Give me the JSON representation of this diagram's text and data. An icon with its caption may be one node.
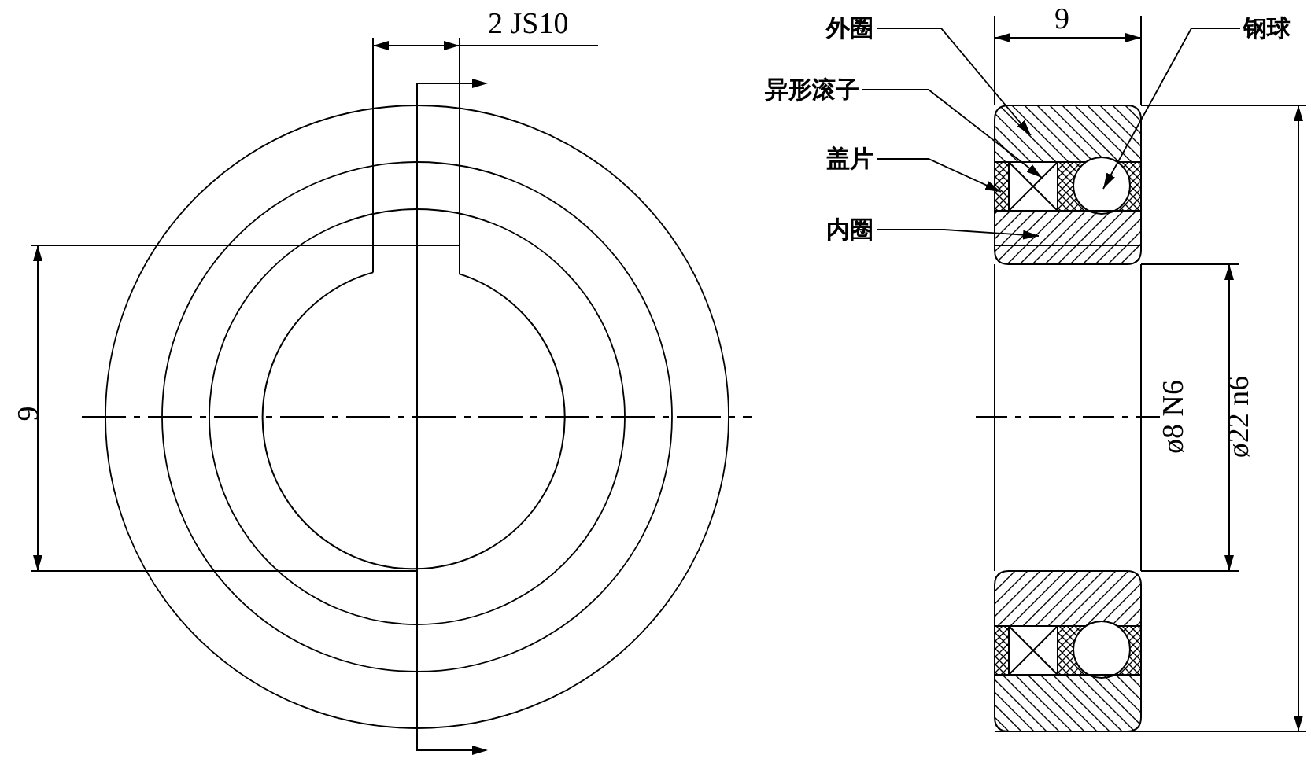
{
  "diagram": {
    "nodes": [
      {
        "text": [
          "外圈"
        ]
      },
      {
        "text": [
          "钢球"
        ]
      },
      {
        "text": [
          "异形滚子"
        ]
      },
      {
        "text": [
          "盖片"
        ]
      },
      {
        "text": [
          "内圈"
        ]
      },
      {
        "text": [],
        "shape": "bar"
      },
      {
        "text": [],
        "shape": "box"
      },
      {
        "text": [],
        "shape": "box"
      },
      {
        "text": [],
        "shape": "circle"
      },
      {
        "text": [],
        "shape": "bar"
      }
    ],
    "edges": [
      {
        "from": 0,
        "to": 5,
        "arrow": "to"
      },
      {
        "from": 1,
        "to": 8,
        "arrow": "to"
      },
      {
        "from": 2,
        "to": 7,
        "arrow": "to"
      },
      {
        "from": 3,
        "to": 6,
        "arrow": "to"
      },
      {
        "from": 4,
        "to": 9,
        "arrow": "to"
      }
    ],
    "labels": [
      "2 JS10",
      "9",
      "9",
      "ø8 N6",
      "ø22 n6"
    ]
  }
}
